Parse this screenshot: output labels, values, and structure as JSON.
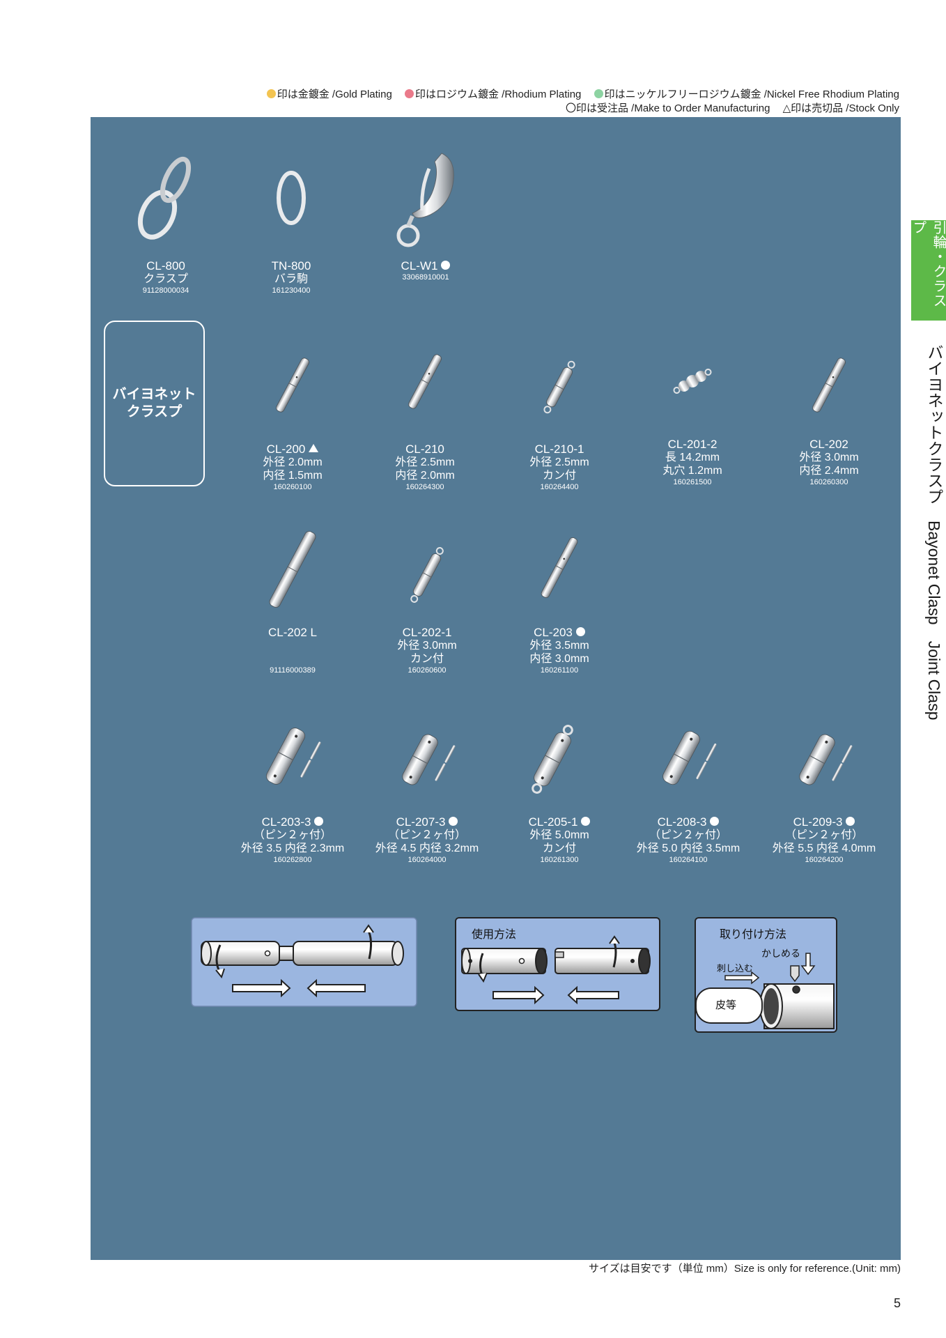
{
  "legend": {
    "gold_dot_color": "#f3c451",
    "rhodium_dot_color": "#ea7a8a",
    "nickel_dot_color": "#8dd3a2",
    "gold": "印は金鍍金 /Gold Plating",
    "rhodium": "印はロジウム鍍金 /Rhodium Plating",
    "nickel_free": "印はニッケルフリーロジウム鍍金 /Nickel Free Rhodium Plating",
    "make_to_order": "〇印は受注品 /Make to Order Manufacturing",
    "stock_only": "△印は売切品 /Stock Only"
  },
  "side_tab": "引輪・クラスプ",
  "side_title": "バイヨネットクラスプ　Bayonet Clasp　Joint Clasp",
  "category_box": "バイヨネット\nクラスプ",
  "items": [
    {
      "name": "CL-800",
      "lines": [
        "クラスプ"
      ],
      "code": "91128000034",
      "icon": "oval-ring-icon"
    },
    {
      "name": "TN-800",
      "lines": [
        "バラ駒"
      ],
      "code": "161230400",
      "icon": "jump-ring-icon"
    },
    {
      "name": "CL-W1",
      "mark": "circle",
      "lines": [],
      "code": "33068910001",
      "icon": "lobster-clasp-icon"
    },
    {
      "name": "CL-200",
      "mark": "triangle",
      "lines": [
        "外径 2.0mm",
        "内径 1.5mm"
      ],
      "code": "160260100",
      "icon": "bayonet-tube-icon"
    },
    {
      "name": "CL-210",
      "lines": [
        "外径 2.5mm",
        "内径 2.0mm"
      ],
      "code": "160264300",
      "icon": "bayonet-tube-icon"
    },
    {
      "name": "CL-210-1",
      "lines": [
        "外径 2.5mm",
        "カン付"
      ],
      "code": "160264400",
      "icon": "bayonet-loop-icon"
    },
    {
      "name": "CL-201-2",
      "lines": [
        "長 14.2mm",
        "丸穴 1.2mm"
      ],
      "code": "160261500",
      "icon": "bead-clasp-icon"
    },
    {
      "name": "CL-202",
      "lines": [
        "外径 3.0mm",
        "内径 2.4mm"
      ],
      "code": "160260300",
      "icon": "bayonet-tube-icon"
    },
    {
      "name": "CL-202 L",
      "lines": [],
      "code": "91116000389",
      "icon": "bayonet-long-tube-icon"
    },
    {
      "name": "CL-202-1",
      "lines": [
        "外径 3.0mm",
        "カン付"
      ],
      "code": "160260600",
      "icon": "bayonet-loop-icon"
    },
    {
      "name": "CL-203",
      "mark": "circle",
      "lines": [
        "外径 3.5mm",
        "内径 3.0mm"
      ],
      "code": "160261100",
      "icon": "bayonet-tube-icon"
    },
    {
      "name": "CL-203-3",
      "mark": "circle",
      "lines": [
        "（ピン２ヶ付）",
        "外径 3.5 内径 2.3mm"
      ],
      "code": "160262800",
      "icon": "bayonet-pin-icon"
    },
    {
      "name": "CL-207-3",
      "mark": "circle",
      "lines": [
        "（ピン２ヶ付）",
        "外径 4.5 内径 3.2mm"
      ],
      "code": "160264000",
      "icon": "bayonet-pin-icon"
    },
    {
      "name": "CL-205-1",
      "mark": "circle",
      "lines": [
        "外径 5.0mm",
        "カン付"
      ],
      "code": "160261300",
      "icon": "bayonet-loop-icon"
    },
    {
      "name": "CL-208-3",
      "mark": "circle",
      "lines": [
        "（ピン２ヶ付）",
        "外径 5.0 内径 3.5mm"
      ],
      "code": "160264100",
      "icon": "bayonet-pin-icon"
    },
    {
      "name": "CL-209-3",
      "mark": "circle",
      "lines": [
        "（ピン２ヶ付）",
        "外径 5.5 内径 4.0mm"
      ],
      "code": "160264200",
      "icon": "bayonet-pin-icon"
    }
  ],
  "diagrams": {
    "box_color": "#9bb6e0",
    "usage_title": "使用方法",
    "attach_title": "取り付け方法",
    "crimp_label": "かしめる",
    "insert_label": "刺し込む",
    "leather_label": "皮等"
  },
  "footnote": "サイズは目安です（単位 mm）Size is only for reference.(Unit: mm)",
  "page_number": "5"
}
